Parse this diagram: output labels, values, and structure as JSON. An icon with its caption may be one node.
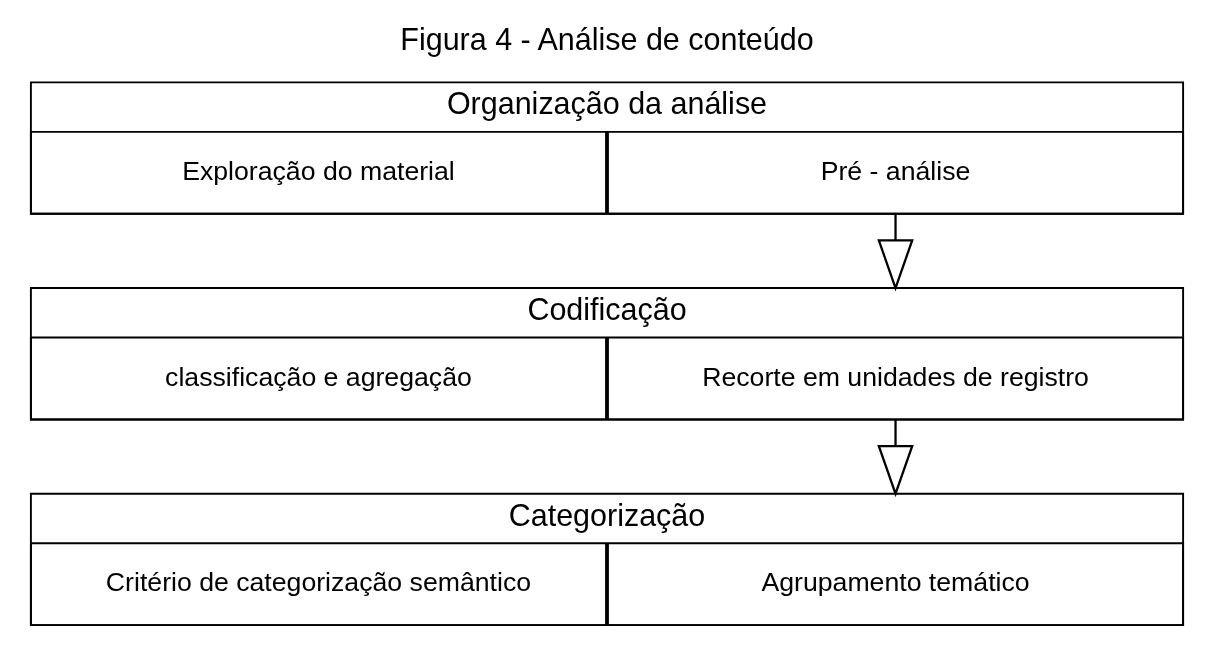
{
  "diagram": {
    "title": "Figura 4 - Análise de conteúdo",
    "nodes": [
      {
        "text": [
          "Organização da análise"
        ]
      },
      {
        "text": [
          "Pré - análise"
        ],
        "in": 0
      },
      {
        "text": [
          "Exploração do material"
        ],
        "in": 0
      },
      {
        "text": [
          "Codificação"
        ]
      },
      {
        "text": [
          "Recorte em unidades de registro"
        ],
        "in": 3
      },
      {
        "text": [
          "classificação e agregação"
        ],
        "in": 3
      },
      {
        "text": [
          "Categorização"
        ]
      },
      {
        "text": [
          "Agrupamento temático"
        ],
        "in": 6
      },
      {
        "text": [
          "Critério de categorização semântico"
        ],
        "in": 6
      }
    ],
    "edges": [
      {
        "from": 0,
        "to": 3,
        "arrow": "to"
      },
      {
        "from": 3,
        "to": 6,
        "arrow": "to"
      }
    ]
  }
}
